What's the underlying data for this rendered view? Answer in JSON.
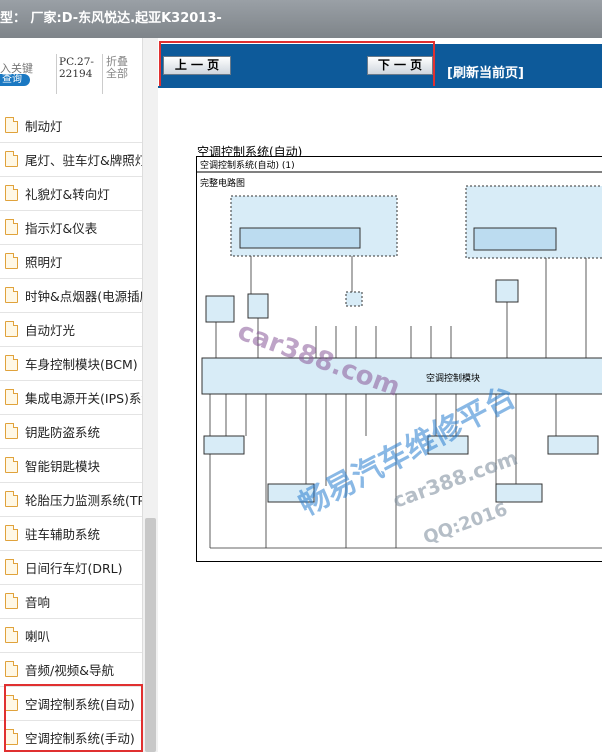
{
  "titlebar": {
    "text": "型： 厂家:D-东风悦达.起亚K32013-"
  },
  "sidebar": {
    "keyword_hint": "入关键",
    "search_button": "查询",
    "code_line1": "PC.27-",
    "code_line2": "22194",
    "fold_line1": "折叠",
    "fold_line2": "全部",
    "items": [
      {
        "label": "制动灯"
      },
      {
        "label": "尾灯、驻车灯&牌照灯"
      },
      {
        "label": "礼貌灯&转向灯"
      },
      {
        "label": "指示灯&仪表"
      },
      {
        "label": "照明灯"
      },
      {
        "label": "时钟&点烟器(电源插座)"
      },
      {
        "label": "自动灯光"
      },
      {
        "label": "车身控制模块(BCM)"
      },
      {
        "label": "集成电源开关(IPS)系统"
      },
      {
        "label": "钥匙防盗系统"
      },
      {
        "label": "智能钥匙模块"
      },
      {
        "label": "轮胎压力监测系统(TPMS)"
      },
      {
        "label": "驻车辅助系统"
      },
      {
        "label": "日间行车灯(DRL)"
      },
      {
        "label": "音响"
      },
      {
        "label": "喇叭"
      },
      {
        "label": "音频/视频&导航"
      },
      {
        "label": "空调控制系统(自动)"
      },
      {
        "label": "空调控制系统(手动)"
      }
    ]
  },
  "toolbar": {
    "prev_label": "上 一 页",
    "next_label": "下 一 页",
    "refresh_label": "[刷新当前页]"
  },
  "document": {
    "title": "空调控制系统(自动)",
    "subtitle": "空调控制系统(自动) (1)",
    "section": "完整电路图",
    "module_label": "空调控制模块"
  },
  "watermark": {
    "line1": "car388.com",
    "line2": "畅易汽车维修平台",
    "line3": "car388.com",
    "line4": "QQ:2016"
  },
  "colors": {
    "toolbar_bg": "#0d5a9a",
    "highlight": "#e03030",
    "diagram_fill": "#d8ecf7"
  }
}
